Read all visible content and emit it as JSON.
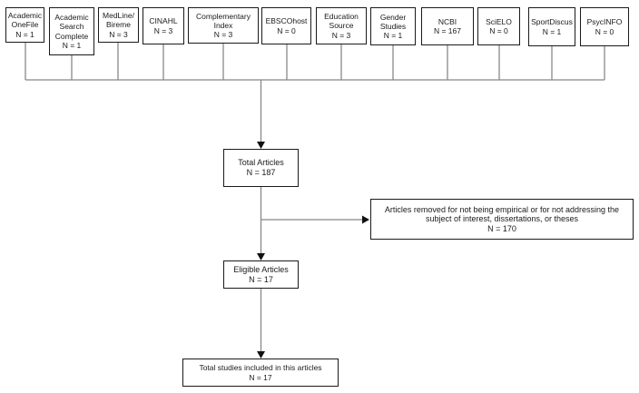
{
  "diagram": {
    "sources": [
      {
        "name": "Academic OneFile",
        "n": "N = 1"
      },
      {
        "name": "Academic Search Complete",
        "n": "N = 1"
      },
      {
        "name": "MedLine/​Bireme",
        "n": "N = 3"
      },
      {
        "name": "CINAHL",
        "n": "N = 3"
      },
      {
        "name": "Complementary Index",
        "n": "N = 3"
      },
      {
        "name": "EBSCOhost",
        "n": "N = 0"
      },
      {
        "name": "Education Source",
        "n": "N = 3"
      },
      {
        "name": "Gender Studies",
        "n": "N = 1"
      },
      {
        "name": "NCBI",
        "n": "N = 167"
      },
      {
        "name": "SciELO",
        "n": "N = 0"
      },
      {
        "name": "SportDiscus",
        "n": "N = 1"
      },
      {
        "name": "PsycINFO",
        "n": "N = 0"
      }
    ],
    "total_articles": {
      "label": "Total Articles",
      "n": "N = 187"
    },
    "removed_articles": {
      "label": "Articles removed for not being empirical or for not addressing the subject of interest, dissertations, or theses",
      "n": "N = 170"
    },
    "eligible_articles": {
      "label": "Eligible Articles",
      "n": "N = 17"
    },
    "included_studies": {
      "label": "Total studies included in this articles",
      "n": "N = 17"
    },
    "colors": {
      "box_border": "#1a1a1a",
      "connector_line": "#888888",
      "arrowhead": "#111111",
      "background": "#ffffff",
      "text": "#1a1a1a"
    }
  }
}
